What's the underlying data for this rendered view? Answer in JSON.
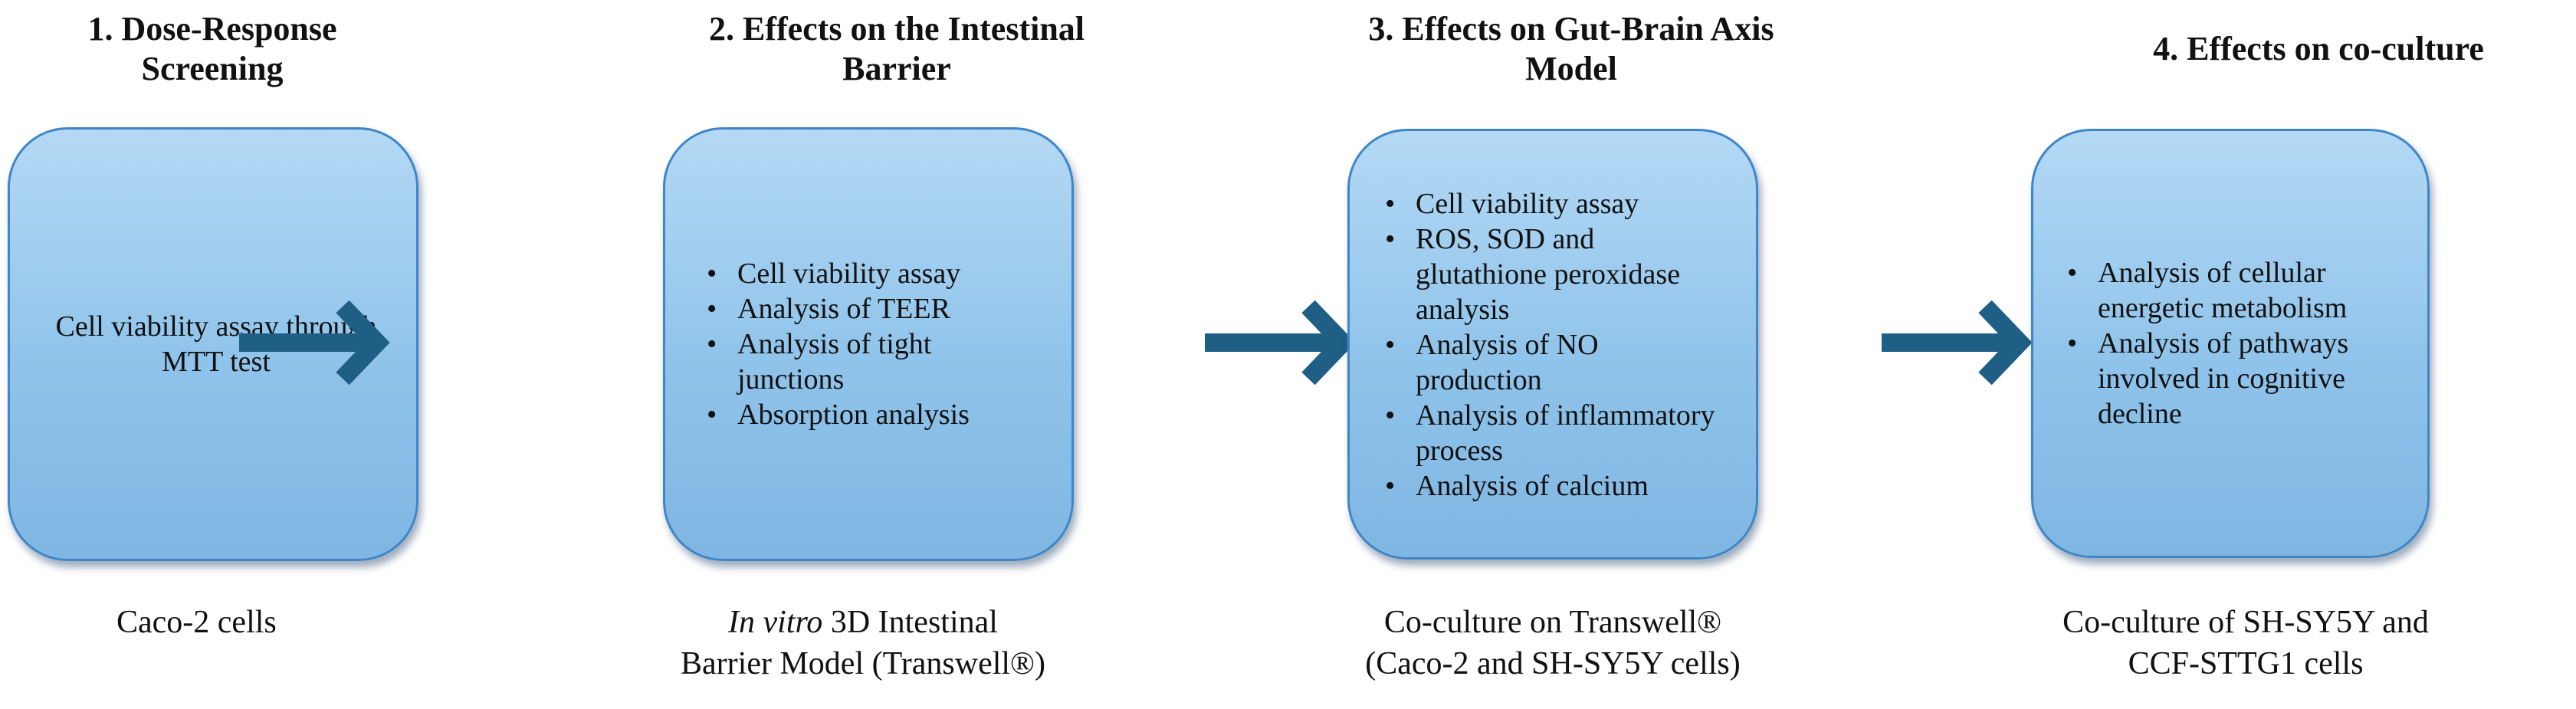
{
  "steps": [
    {
      "title": "1. Dose-Response Screening",
      "box_text": "Cell viability assay through MTT test",
      "caption_line1": "Caco-2 cells",
      "caption_line2": ""
    },
    {
      "title": "2. Effects on the Intestinal Barrier",
      "bullets": [
        "Cell viability assay",
        "Analysis of TEER",
        "Analysis of tight junctions",
        "Absorption analysis"
      ],
      "caption_italic": "In vitro",
      "caption_line1_rest": " 3D Intestinal",
      "caption_line2": "Barrier Model (Transwell®)"
    },
    {
      "title": "3. Effects on Gut-Brain Axis Model",
      "bullets": [
        "Cell viability assay",
        "ROS, SOD and glutathione peroxidase analysis",
        "Analysis of NO production",
        "Analysis of inflammatory process",
        "Analysis of calcium"
      ],
      "caption_line1": "Co-culture on Transwell®",
      "caption_line2": "(Caco-2 and SH-SY5Y cells)"
    },
    {
      "title": "4. Effects on co-culture",
      "bullets": [
        "Analysis of cellular energetic metabolism",
        "Analysis of pathways involved in cognitive decline"
      ],
      "caption_line1": "Co-culture of SH-SY5Y and",
      "caption_line2": "CCF-STTG1 cells"
    }
  ],
  "colors": {
    "box_fill_top": "#b4d9f5",
    "box_fill_bottom": "#7fb6e2",
    "box_border": "#3e86c7",
    "arrow": "#1f5f86"
  },
  "icons": {
    "arrow": "right-arrow-icon"
  }
}
